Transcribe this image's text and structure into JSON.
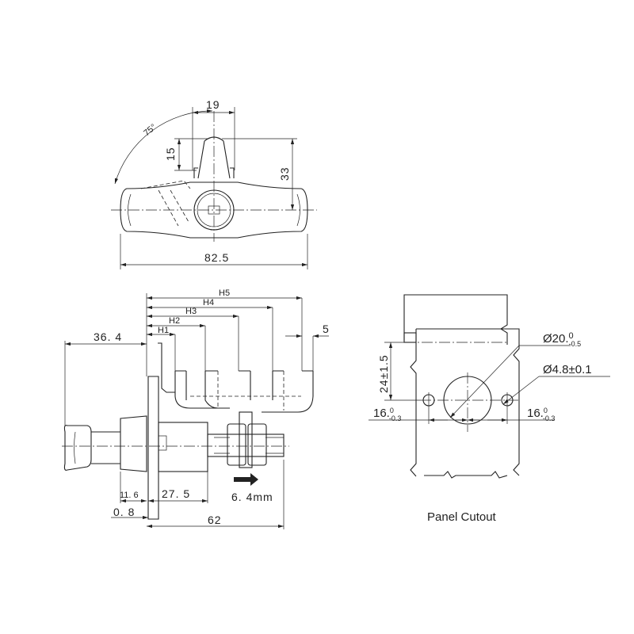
{
  "top_view": {
    "angle": "75°",
    "width_top": "19",
    "height_top": "15",
    "height_total": "33",
    "length": "82.5"
  },
  "side_view": {
    "h_labels": [
      "H1",
      "H2",
      "H3",
      "H4",
      "H5"
    ],
    "pitch": "5",
    "protrusion": "36. 4",
    "cap_length": "11. 6",
    "body_length": "27. 5",
    "plate_thickness": "0. 8",
    "total_length": "62",
    "travel": "6. 4mm"
  },
  "panel_cutout": {
    "title": "Panel Cutout",
    "center_height": "24±1.5",
    "main_hole": "Ø20.",
    "main_hole_tol_upper": "0",
    "main_hole_tol_lower": "-0.5",
    "small_hole": "Ø4.8±0.1",
    "hole_offset_left": "16.",
    "hole_offset_right": "16.",
    "hole_offset_tol_upper": "0",
    "hole_offset_tol_lower": "-0.3"
  }
}
